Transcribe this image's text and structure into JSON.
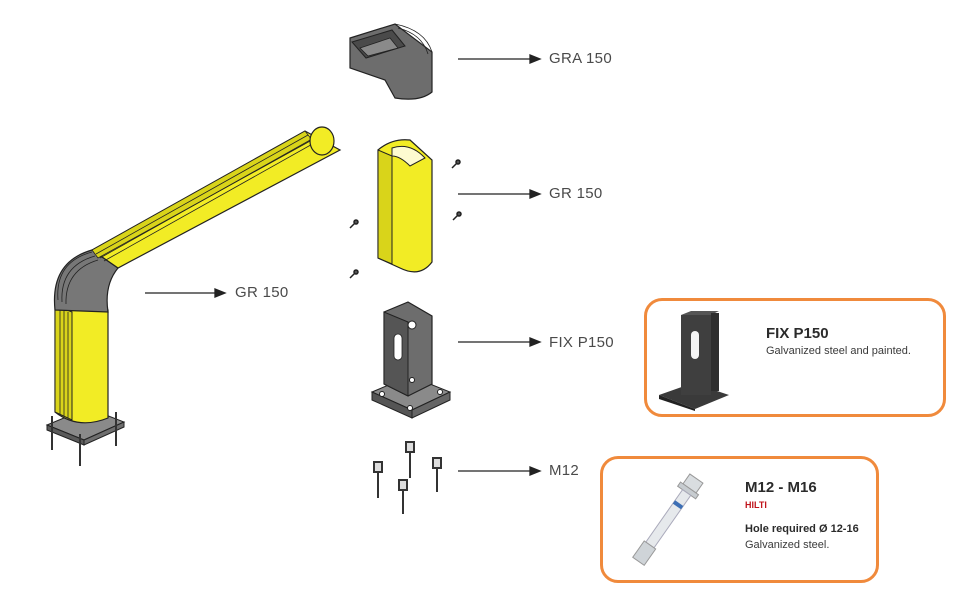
{
  "colors": {
    "accent_border": "#f08a3c",
    "brand_red": "#c0141c",
    "guard_yellow": "#f2ec25",
    "steel_grey": "#6d6d6d"
  },
  "labels": {
    "gra": "GRA 150",
    "gr_upper": "GR 150",
    "gr_assembly": "GR 150",
    "fix": "FIX P150",
    "m12": "M12"
  },
  "card_fix": {
    "title": "FIX P150",
    "description": "Galvanized steel and painted."
  },
  "card_anchor": {
    "title": "M12 - M16",
    "brand": "HILTI",
    "note": "Hole required Ø 12-16",
    "description": "Galvanized steel."
  },
  "icons": [
    "corner-elbow-icon",
    "guard-tube-icon",
    "screw-icon",
    "base-plate-icon",
    "anchor-bolt-icon",
    "arrow-icon"
  ]
}
